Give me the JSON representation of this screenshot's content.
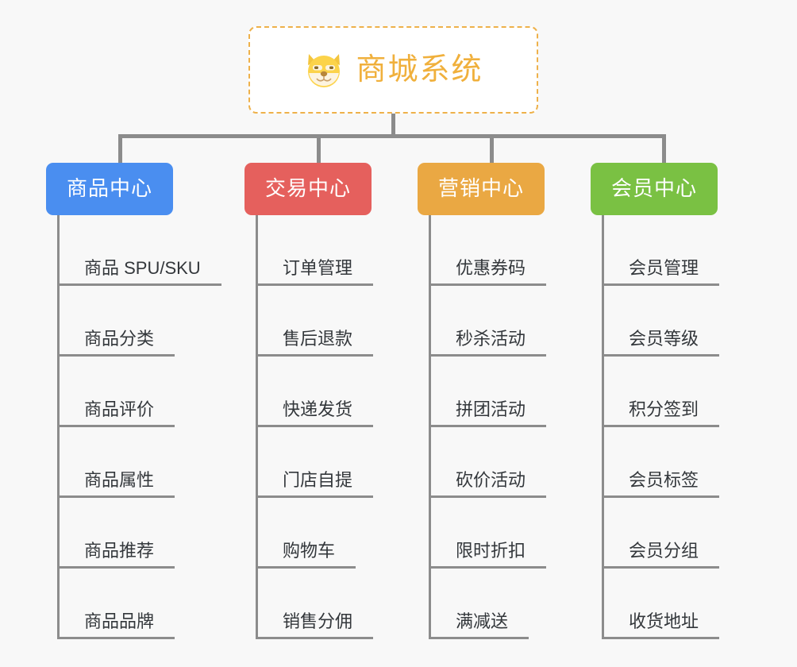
{
  "canvas": {
    "background": "#f8f8f8",
    "connector_color": "#8c8c8c",
    "leaf_text_color": "#33373b"
  },
  "root": {
    "title": "商城系统",
    "icon": "shiba-dog-face-icon",
    "border_color": "#eeb14a",
    "title_color": "#f0b03c",
    "background": "#ffffff"
  },
  "branches": [
    {
      "label": "商品中心",
      "color": "#4a8ef0",
      "items": [
        "商品 SPU/SKU",
        "商品分类",
        "商品评价",
        "商品属性",
        "商品推荐",
        "商品品牌"
      ]
    },
    {
      "label": "交易中心",
      "color": "#e5605d",
      "items": [
        "订单管理",
        "售后退款",
        "快递发货",
        "门店自提",
        "购物车",
        "销售分佣"
      ]
    },
    {
      "label": "营销中心",
      "color": "#eaa843",
      "items": [
        "优惠券码",
        "秒杀活动",
        "拼团活动",
        "砍价活动",
        "限时折扣",
        "满减送"
      ]
    },
    {
      "label": "会员中心",
      "color": "#7ac143",
      "items": [
        "会员管理",
        "会员等级",
        "积分签到",
        "会员标签",
        "会员分组",
        "收货地址"
      ]
    }
  ]
}
